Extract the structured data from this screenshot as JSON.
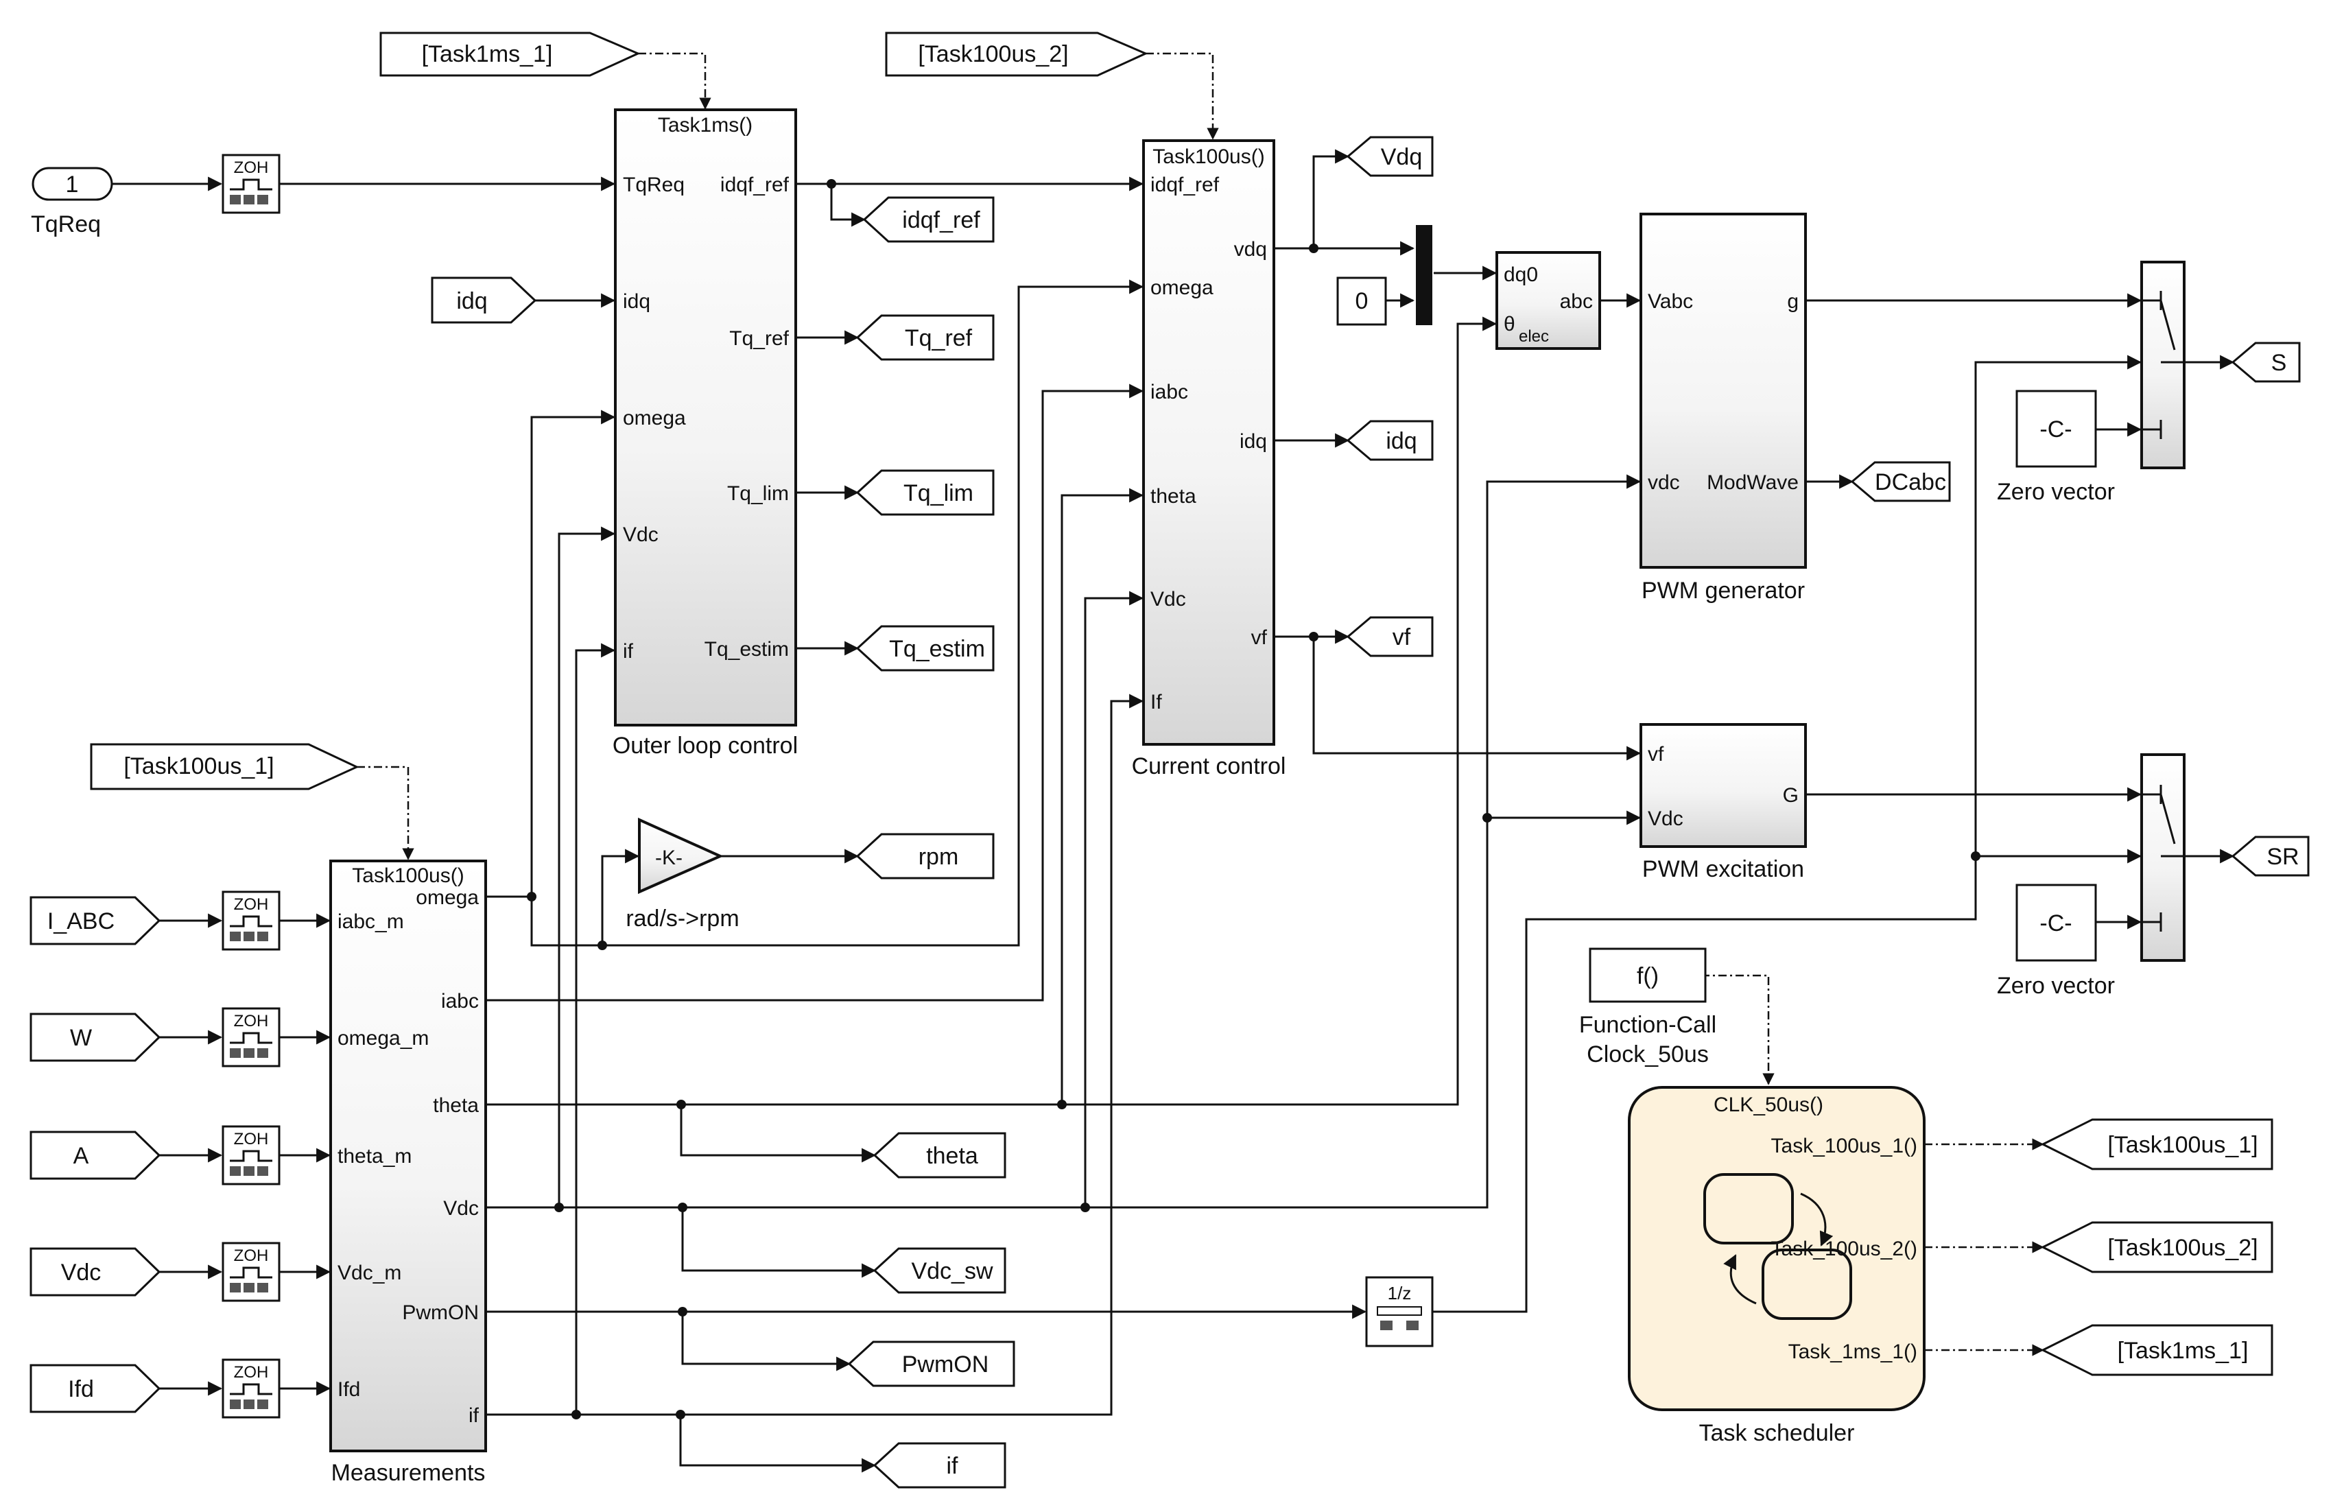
{
  "inports": {
    "tqreq_num": "1",
    "tqreq_name": "TqReq"
  },
  "from_tags": {
    "task1ms_1": "[Task1ms_1]",
    "task100us_2": "[Task100us_2]",
    "task100us_1": "[Task100us_1]",
    "idq": "idq",
    "i_abc": "I_ABC",
    "w": "W",
    "a": "A",
    "vdc": "Vdc",
    "ifd": "Ifd"
  },
  "goto_tags": {
    "idqf_ref": "idqf_ref",
    "tq_ref": "Tq_ref",
    "tq_lim": "Tq_lim",
    "tq_estim": "Tq_estim",
    "rpm": "rpm",
    "vdq": "Vdq",
    "idq_out": "idq",
    "vf": "vf",
    "dcabc": "DCabc",
    "s": "S",
    "sr": "SR",
    "theta": "theta",
    "vdc_sw": "Vdc_sw",
    "pwmon": "PwmON",
    "if_out": "if",
    "task100us_1": "[Task100us_1]",
    "task100us_2": "[Task100us_2]",
    "task1ms_1": "[Task1ms_1]"
  },
  "zoh": {
    "label": "ZOH"
  },
  "outer_loop": {
    "trigger": "Task1ms()",
    "name": "Outer loop control",
    "in_ports": [
      "TqReq",
      "idq",
      "omega",
      "Vdc",
      "if"
    ],
    "out_ports": [
      "idqf_ref",
      "Tq_ref",
      "Tq_lim",
      "Tq_estim"
    ]
  },
  "current_ctrl": {
    "trigger": "Task100us()",
    "name": "Current control",
    "in_ports": [
      "idqf_ref",
      "omega",
      "iabc",
      "theta",
      "Vdc",
      "If"
    ],
    "out_ports": [
      "vdq",
      "idq",
      "vf"
    ]
  },
  "measurements": {
    "trigger": "Task100us()",
    "name": "Measurements",
    "in_ports": [
      "iabc_m",
      "omega_m",
      "theta_m",
      "Vdc_m",
      "Ifd"
    ],
    "out_ports": [
      "omega",
      "iabc",
      "theta",
      "Vdc",
      "PwmON",
      "if"
    ]
  },
  "gain": {
    "value": "-K-",
    "name": "rad/s->rpm"
  },
  "constant_zero": "0",
  "dq0_block": {
    "in1": "dq0",
    "in2_main": "θ",
    "in2_sub": "elec",
    "out": "abc"
  },
  "pwm_gen": {
    "name": "PWM generator",
    "in_ports": [
      "Vabc",
      "vdc"
    ],
    "out_ports": [
      "g",
      "ModWave"
    ]
  },
  "pwm_exc": {
    "name": "PWM excitation",
    "in_ports": [
      "vf",
      "Vdc"
    ],
    "out_ports": [
      "G"
    ]
  },
  "zero_vec_1": {
    "value": "-C-",
    "name": "Zero vector"
  },
  "zero_vec_2": {
    "value": "-C-",
    "name": "Zero vector"
  },
  "unit_delay": {
    "label": "1/z"
  },
  "fc_clock": {
    "value": "f()",
    "name_line1": "Function-Call",
    "name_line2": "Clock_50us"
  },
  "scheduler": {
    "trigger": "CLK_50us()",
    "name": "Task scheduler",
    "out_ports": [
      "Task_100us_1()",
      "Task_100us_2()",
      "Task_1ms_1()"
    ]
  },
  "colors": {
    "scheduler_fill": "#fdf2dc",
    "block_gradient_end": "#dcdcdc"
  }
}
